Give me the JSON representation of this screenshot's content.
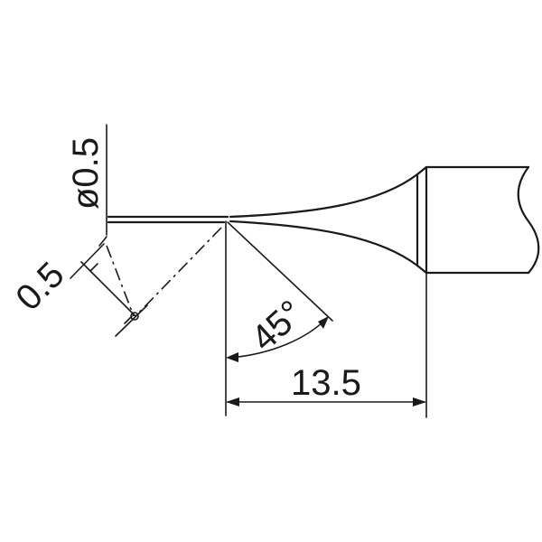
{
  "dimensions": {
    "length": "13.5",
    "angle": "45°",
    "diameter": "ø0.5",
    "chamfer": "0.5"
  }
}
